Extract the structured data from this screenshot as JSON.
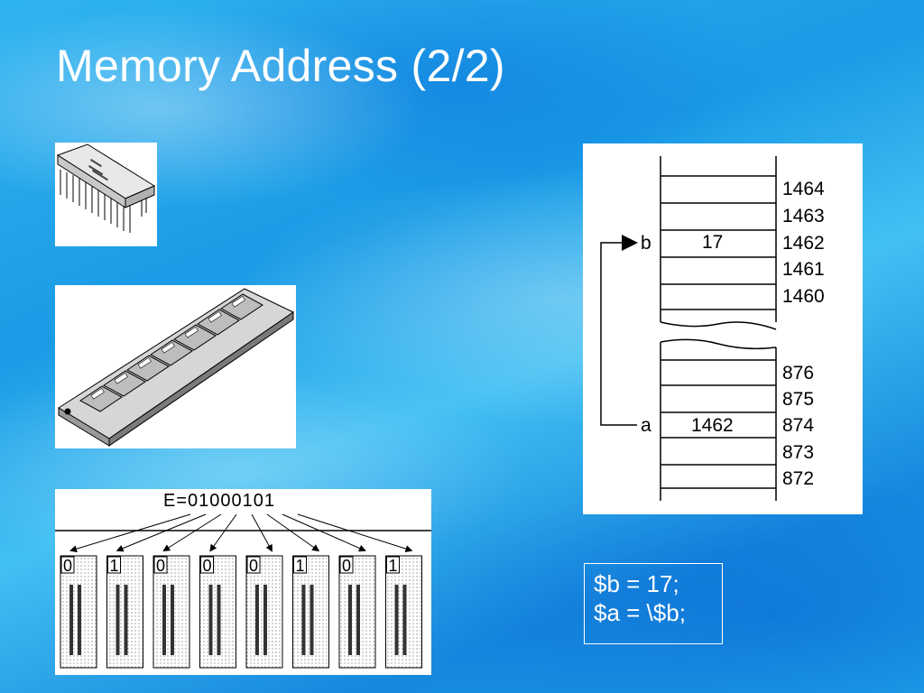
{
  "slide": {
    "title": "Memory Address (2/2)"
  },
  "memory_diagram": {
    "upper_addresses": [
      "1464",
      "1463",
      "1462",
      "1461",
      "1460"
    ],
    "lower_addresses": [
      "876",
      "875",
      "874",
      "873",
      "872"
    ],
    "var_b": {
      "label": "b",
      "value": "17",
      "address": "1462"
    },
    "var_a": {
      "label": "a",
      "value": "1462",
      "address": "874"
    }
  },
  "bit_diagram": {
    "equation": "E=01000101",
    "bits": [
      "0",
      "1",
      "0",
      "0",
      "0",
      "1",
      "0",
      "1"
    ]
  },
  "code": {
    "line1": "$b = 17;",
    "line2": "$a = \\$b;"
  }
}
